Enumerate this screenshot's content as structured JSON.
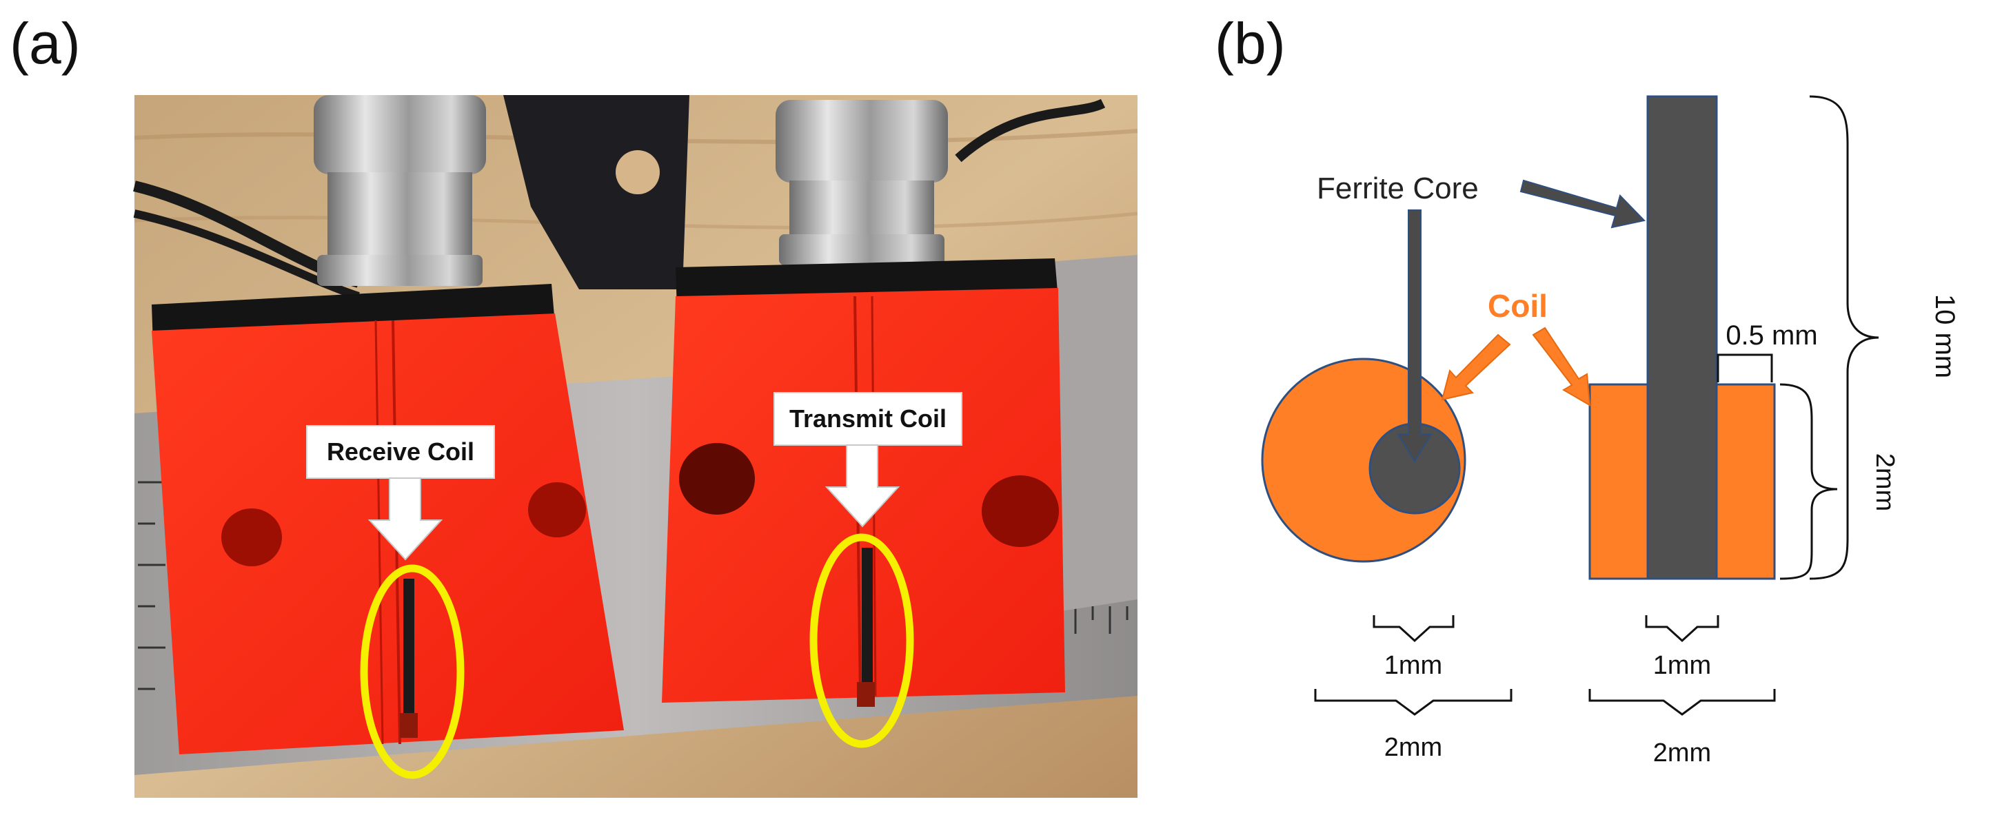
{
  "panels": {
    "a": {
      "label": "(a)",
      "callouts": {
        "receive": "Receive Coil",
        "transmit": "Transmit Coil"
      }
    },
    "b": {
      "label": "(b)",
      "labels": {
        "ferrite_core": "Ferrite Core",
        "coil": "Coil",
        "thickness": "0.5 mm",
        "total_length": "10 mm",
        "coil_height": "2mm",
        "top_inner": "1mm",
        "top_outer": "2mm",
        "side_inner": "1mm",
        "side_outer": "2mm"
      }
    }
  },
  "colors": {
    "coil_orange": "#FF7F27",
    "core_gray": "#505050",
    "outline_blue": "#2F4F7F",
    "arrow_orange_fill": "#FF7F27",
    "arrow_orange_stroke": "#E66A10",
    "arrow_gray": "#4A4A4A",
    "highlight_yellow": "#F4F000",
    "block_red": "#FF2A14"
  }
}
